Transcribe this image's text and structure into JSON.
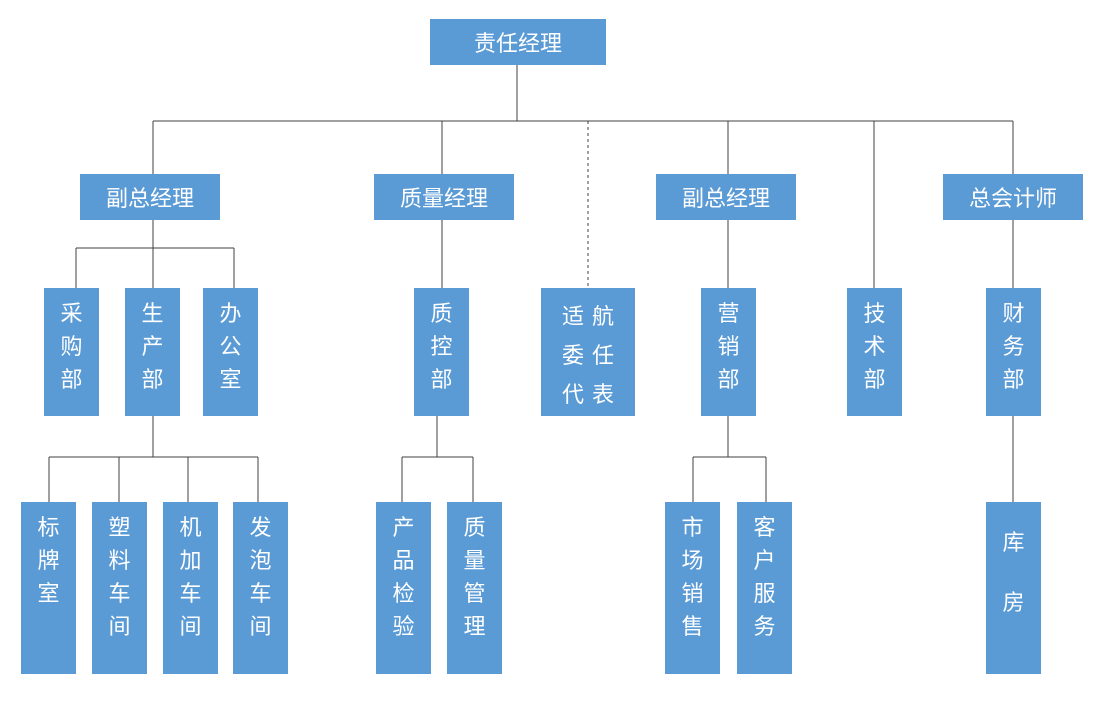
{
  "org_chart": {
    "root": "责任经理",
    "vp_production": "副总经理",
    "quality_manager": "质量经理",
    "vp_sales": "副总经理",
    "chief_accountant": "总会计师",
    "purchasing": "采购部",
    "production": "生产部",
    "office": "办公室",
    "quality_control": "质控部",
    "airworthiness": {
      "col_right": "航任表",
      "col_left": "适委代"
    },
    "marketing": "营销部",
    "technology": "技术部",
    "finance": "财务部",
    "labeling_room": "标牌室",
    "plastic_workshop": "塑料车间",
    "machining_workshop": "机加车间",
    "foam_workshop": "发泡车间",
    "product_inspection": "产品检验",
    "quality_management": "质量管理",
    "market_sales": "市场销售",
    "customer_service": "客户服务",
    "warehouse": "库房"
  },
  "colors": {
    "box_fill": "#5b9bd5",
    "box_text": "#ffffff",
    "connector": "#404040"
  }
}
